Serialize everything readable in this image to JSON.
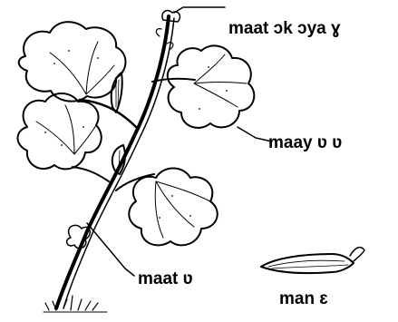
{
  "labels": {
    "top_stem": "maat ɔk ɔya ɣ",
    "leaf": "maay ʋ ʋ",
    "stem_base": "maat ʋ",
    "pod": "man ɛ"
  },
  "colors": {
    "ink": "#000000",
    "paper": "#ffffff"
  }
}
